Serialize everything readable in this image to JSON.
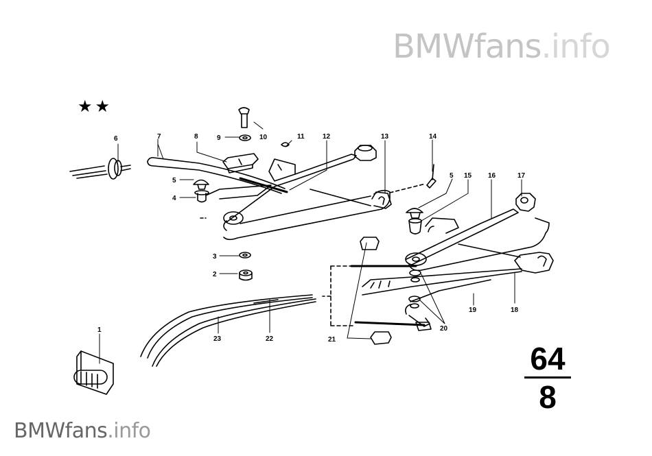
{
  "watermark": {
    "brand": "BMWfans",
    "suffix": ".info"
  },
  "footer_watermark": {
    "brand": "BMWfans",
    "suffix": ".info"
  },
  "stars": "★★",
  "group": {
    "main": "64",
    "sub": "8"
  },
  "labels": {
    "p1": "1",
    "p2": "2",
    "p3": "3",
    "p4": "4",
    "p5a": "5",
    "p5b": "5",
    "p6": "6",
    "p7": "7",
    "p8": "8",
    "p9": "9",
    "p10": "10",
    "p11": "11",
    "p12": "12",
    "p13": "13",
    "p14": "14",
    "p15": "15",
    "p16": "16",
    "p17": "17",
    "p18": "18",
    "p19": "19",
    "p20": "20",
    "p21": "21",
    "p22": "22",
    "p23": "23"
  }
}
